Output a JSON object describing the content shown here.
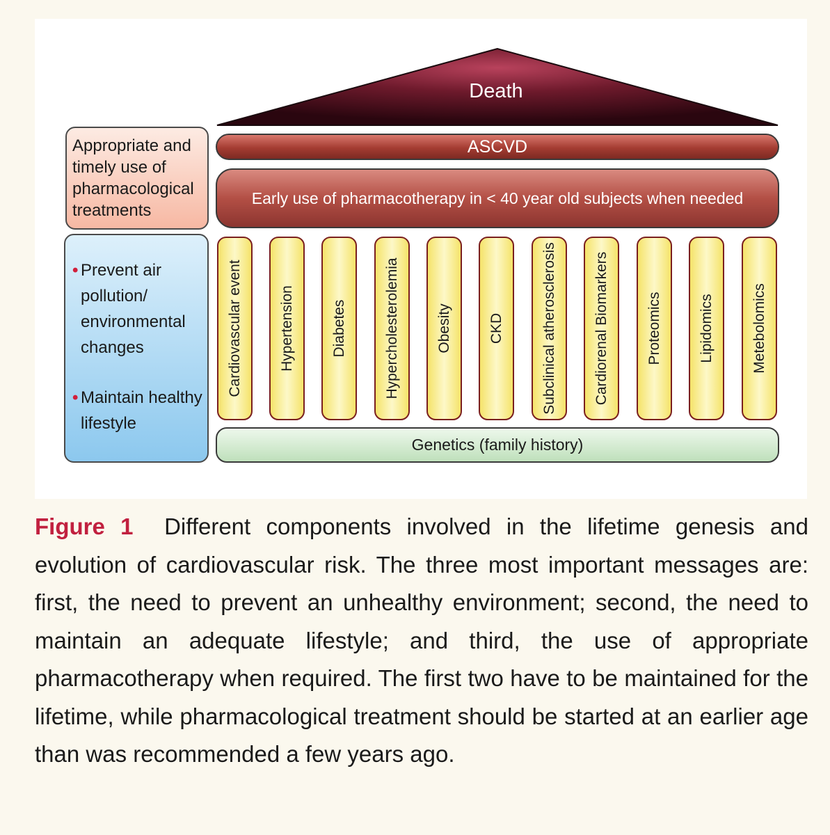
{
  "diagram": {
    "roof": "Death",
    "ascvd": "ASCVD",
    "early": "Early use of pharmacotherapy in < 40 year old subjects when needed",
    "pillars": [
      "Cardiovascular event",
      "Hypertension",
      "Diabetes",
      "Hypercholesterolemia",
      "Obesity",
      "CKD",
      "Subclinical atherosclerosis",
      "Cardiorenal Biomarkers",
      "Proteomics",
      "Lipidomics",
      "Metebolomics"
    ],
    "foundation": "Genetics (family history)",
    "side_top": "Appropriate and timely use of pharmacological treatments",
    "side_bullets": [
      "Prevent air pollution/ environmental changes",
      "Maintain healthy lifestyle"
    ]
  },
  "caption": {
    "label": "Figure 1",
    "text": "Different components involved in the lifetime genesis and evolution of cardiovascular risk. The three most important messages are: first, the need to prevent an unhealthy environment; second, the need to maintain an adequate lifestyle; and third, the use of appropriate pharmacotherapy when required. The first two have to be maintained for the lifetime, while pharmacological treatment should be started at an earlier age than was recommended a few years ago."
  },
  "colors": {
    "roof": "#3a0a14",
    "ascvd": "#a43c32",
    "pillar_fill": "#f5e36a",
    "pillar_border": "#7a1f1f",
    "side_top": "#f7b8a3",
    "side_bottom": "#8cc8ee",
    "foundation": "#bfe0bb",
    "caption_label": "#c1203f"
  }
}
